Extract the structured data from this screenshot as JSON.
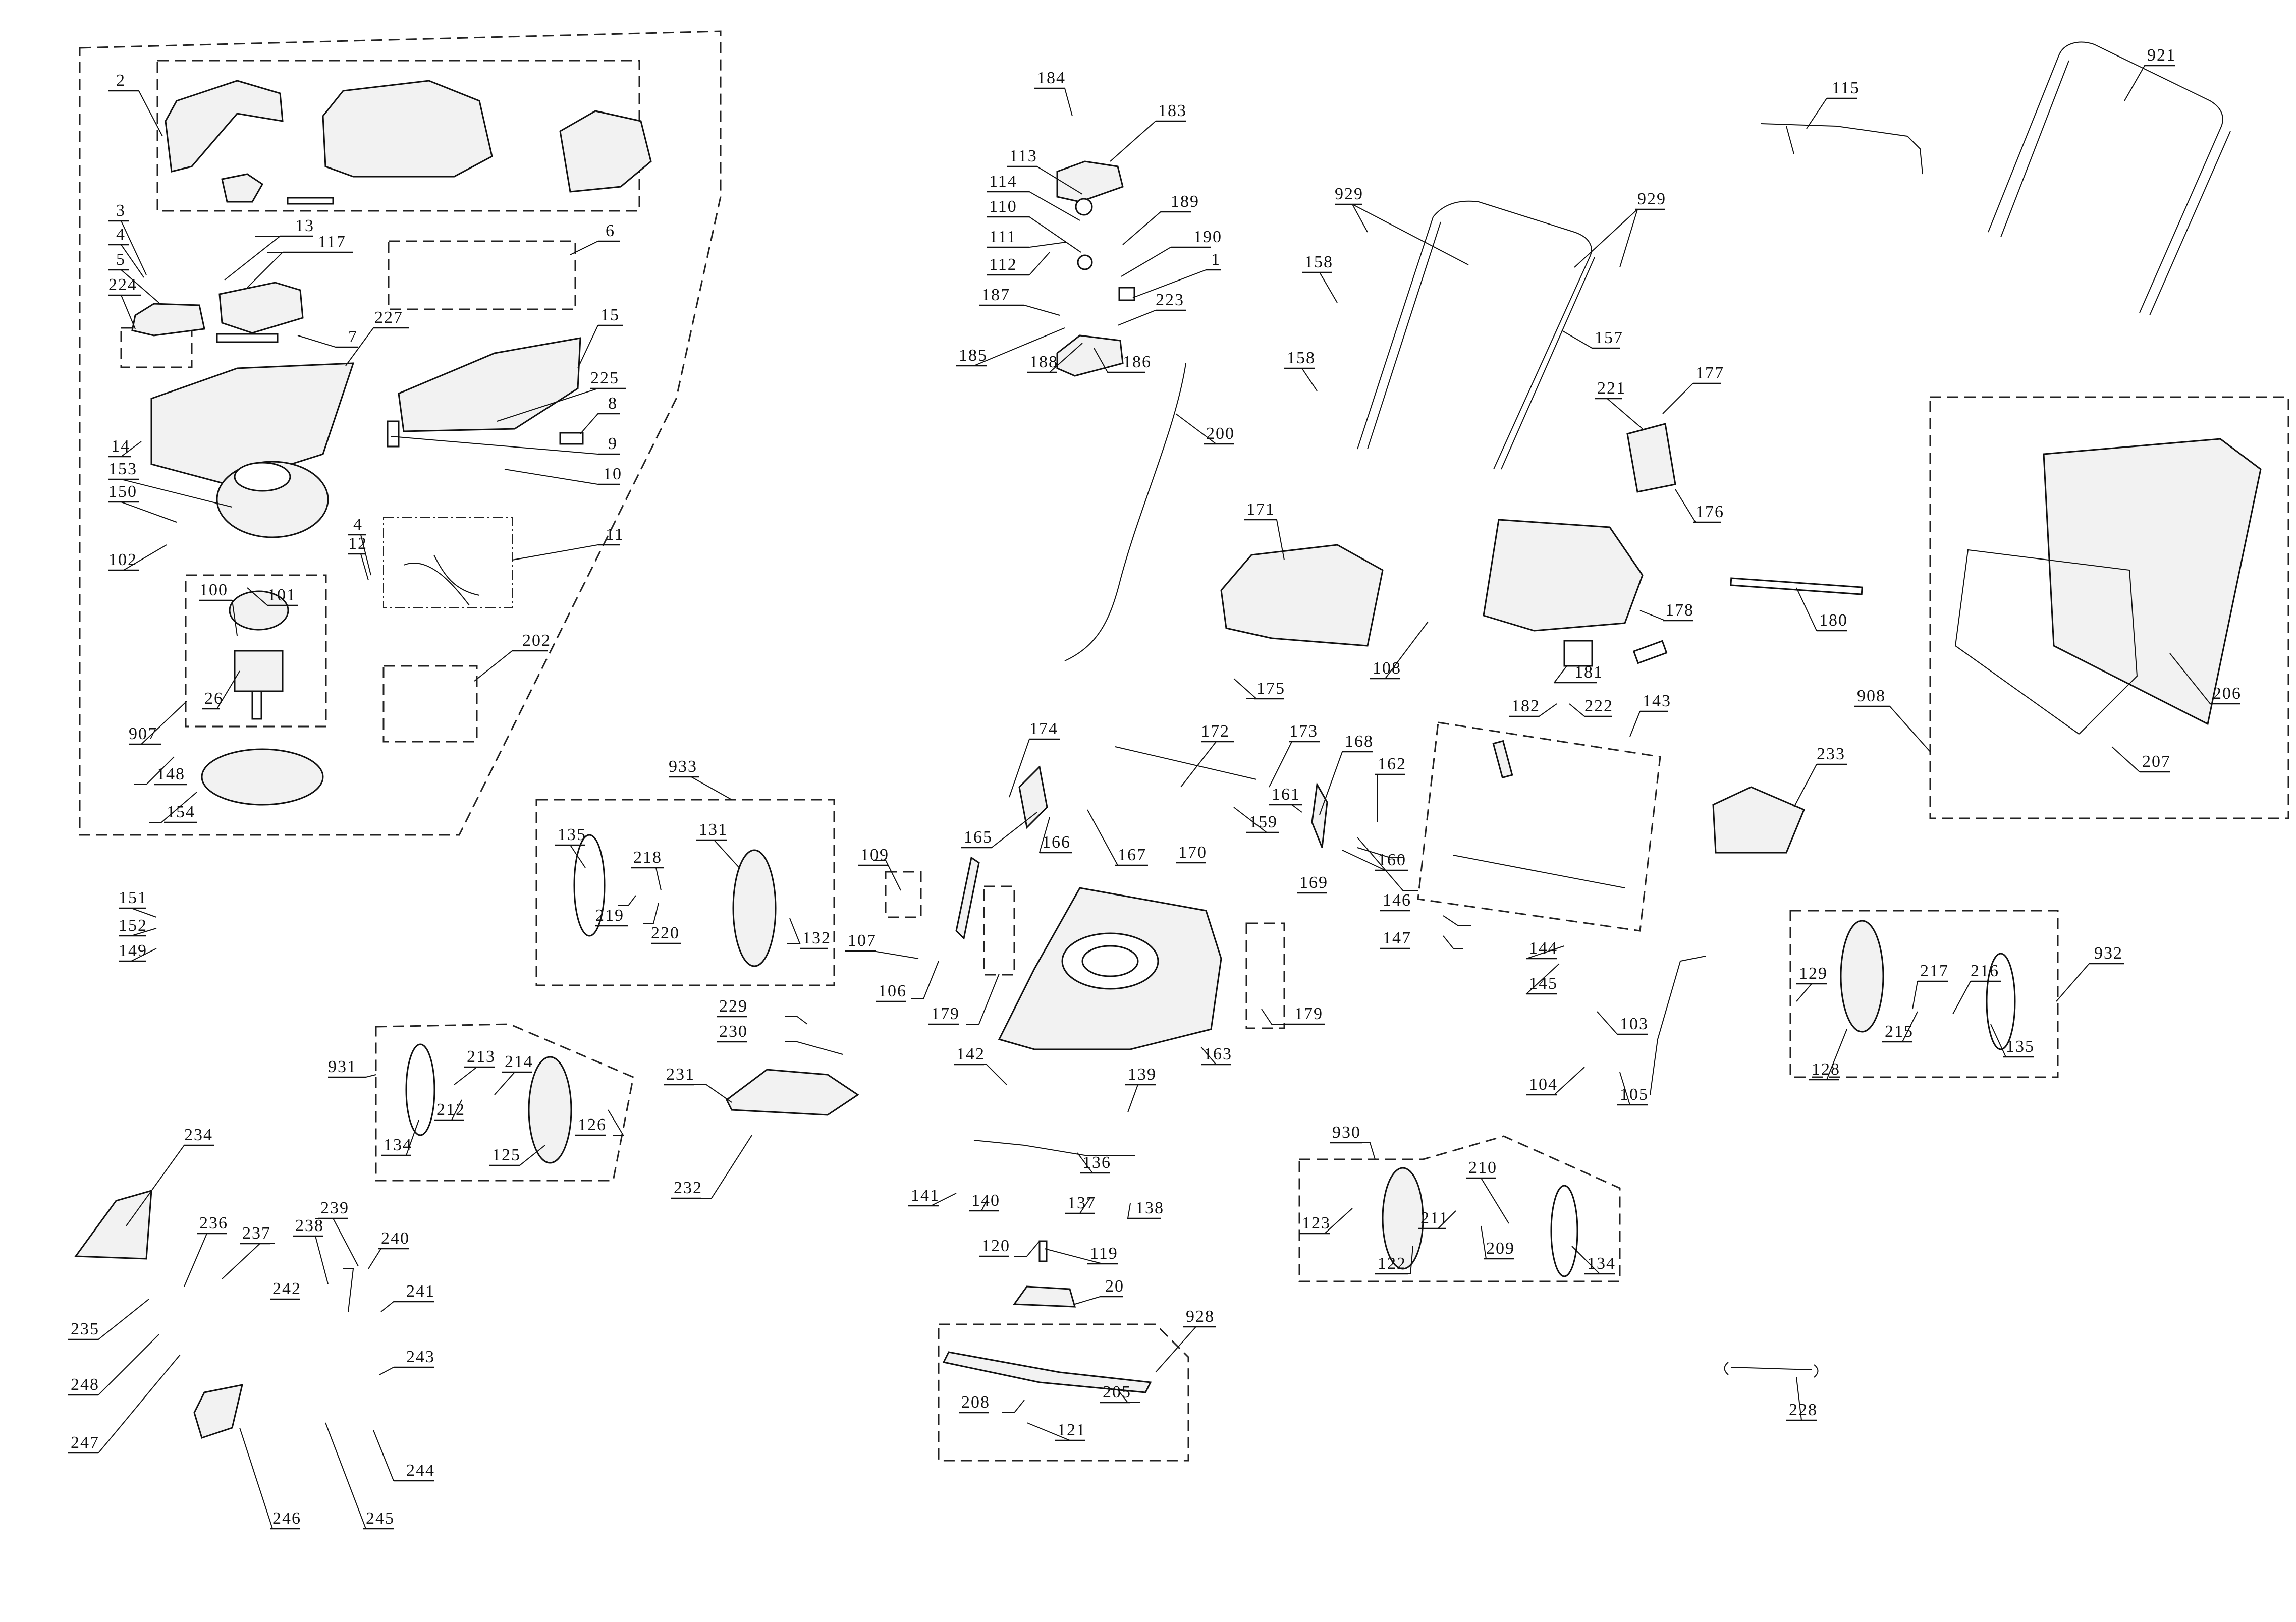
{
  "title": "Cordless lawn mower exploded parts diagram",
  "callouts": [
    {
      "id": "2",
      "label": "2"
    },
    {
      "id": "3",
      "label": "3"
    },
    {
      "id": "4a",
      "label": "4"
    },
    {
      "id": "5",
      "label": "5"
    },
    {
      "id": "224",
      "label": "224"
    },
    {
      "id": "13",
      "label": "13"
    },
    {
      "id": "117",
      "label": "117"
    },
    {
      "id": "6",
      "label": "6"
    },
    {
      "id": "7",
      "label": "7"
    },
    {
      "id": "227",
      "label": "227"
    },
    {
      "id": "15",
      "label": "15"
    },
    {
      "id": "225",
      "label": "225"
    },
    {
      "id": "14",
      "label": "14"
    },
    {
      "id": "8",
      "label": "8"
    },
    {
      "id": "9",
      "label": "9"
    },
    {
      "id": "153",
      "label": "153"
    },
    {
      "id": "150",
      "label": "150"
    },
    {
      "id": "10",
      "label": "10"
    },
    {
      "id": "102",
      "label": "102"
    },
    {
      "id": "4b",
      "label": "4"
    },
    {
      "id": "12",
      "label": "12"
    },
    {
      "id": "11",
      "label": "11"
    },
    {
      "id": "100",
      "label": "100"
    },
    {
      "id": "101",
      "label": "101"
    },
    {
      "id": "26",
      "label": "26"
    },
    {
      "id": "202",
      "label": "202"
    },
    {
      "id": "907",
      "label": "907"
    },
    {
      "id": "148",
      "label": "148"
    },
    {
      "id": "154",
      "label": "154"
    },
    {
      "id": "151",
      "label": "151"
    },
    {
      "id": "152",
      "label": "152"
    },
    {
      "id": "149",
      "label": "149"
    },
    {
      "id": "933",
      "label": "933"
    },
    {
      "id": "135a",
      "label": "135"
    },
    {
      "id": "218",
      "label": "218"
    },
    {
      "id": "131",
      "label": "131"
    },
    {
      "id": "219",
      "label": "219"
    },
    {
      "id": "220",
      "label": "220"
    },
    {
      "id": "132",
      "label": "132"
    },
    {
      "id": "931",
      "label": "931"
    },
    {
      "id": "213",
      "label": "213"
    },
    {
      "id": "214",
      "label": "214"
    },
    {
      "id": "212",
      "label": "212"
    },
    {
      "id": "134a",
      "label": "134"
    },
    {
      "id": "126",
      "label": "126"
    },
    {
      "id": "125",
      "label": "125"
    },
    {
      "id": "234",
      "label": "234"
    },
    {
      "id": "236",
      "label": "236"
    },
    {
      "id": "237",
      "label": "237"
    },
    {
      "id": "238",
      "label": "238"
    },
    {
      "id": "239",
      "label": "239"
    },
    {
      "id": "240",
      "label": "240"
    },
    {
      "id": "242",
      "label": "242"
    },
    {
      "id": "241",
      "label": "241"
    },
    {
      "id": "235",
      "label": "235"
    },
    {
      "id": "248",
      "label": "248"
    },
    {
      "id": "243",
      "label": "243"
    },
    {
      "id": "247",
      "label": "247"
    },
    {
      "id": "244",
      "label": "244"
    },
    {
      "id": "246",
      "label": "246"
    },
    {
      "id": "245",
      "label": "245"
    },
    {
      "id": "184",
      "label": "184"
    },
    {
      "id": "183",
      "label": "183"
    },
    {
      "id": "113",
      "label": "113"
    },
    {
      "id": "189",
      "label": "189"
    },
    {
      "id": "114",
      "label": "114"
    },
    {
      "id": "110",
      "label": "110"
    },
    {
      "id": "190",
      "label": "190"
    },
    {
      "id": "111",
      "label": "111"
    },
    {
      "id": "1",
      "label": "1"
    },
    {
      "id": "112",
      "label": "112"
    },
    {
      "id": "187",
      "label": "187"
    },
    {
      "id": "223",
      "label": "223"
    },
    {
      "id": "185",
      "label": "185"
    },
    {
      "id": "188",
      "label": "188"
    },
    {
      "id": "186",
      "label": "186"
    },
    {
      "id": "200",
      "label": "200"
    },
    {
      "id": "929a",
      "label": "929"
    },
    {
      "id": "929b",
      "label": "929"
    },
    {
      "id": "158a",
      "label": "158"
    },
    {
      "id": "158b",
      "label": "158"
    },
    {
      "id": "157",
      "label": "157"
    },
    {
      "id": "115",
      "label": "115"
    },
    {
      "id": "921",
      "label": "921"
    },
    {
      "id": "177",
      "label": "177"
    },
    {
      "id": "221",
      "label": "221"
    },
    {
      "id": "176",
      "label": "176"
    },
    {
      "id": "171",
      "label": "171"
    },
    {
      "id": "178",
      "label": "178"
    },
    {
      "id": "180",
      "label": "180"
    },
    {
      "id": "175",
      "label": "175"
    },
    {
      "id": "108",
      "label": "108"
    },
    {
      "id": "181",
      "label": "181"
    },
    {
      "id": "182",
      "label": "182"
    },
    {
      "id": "222",
      "label": "222"
    },
    {
      "id": "143",
      "label": "143"
    },
    {
      "id": "206",
      "label": "206"
    },
    {
      "id": "908",
      "label": "908"
    },
    {
      "id": "207",
      "label": "207"
    },
    {
      "id": "233",
      "label": "233"
    },
    {
      "id": "174",
      "label": "174"
    },
    {
      "id": "172",
      "label": "172"
    },
    {
      "id": "173",
      "label": "173"
    },
    {
      "id": "168",
      "label": "168"
    },
    {
      "id": "161",
      "label": "161"
    },
    {
      "id": "162",
      "label": "162"
    },
    {
      "id": "165",
      "label": "165"
    },
    {
      "id": "166",
      "label": "166"
    },
    {
      "id": "167",
      "label": "167"
    },
    {
      "id": "159",
      "label": "159"
    },
    {
      "id": "170",
      "label": "170"
    },
    {
      "id": "160",
      "label": "160"
    },
    {
      "id": "169",
      "label": "169"
    },
    {
      "id": "109",
      "label": "109"
    },
    {
      "id": "146",
      "label": "146"
    },
    {
      "id": "107",
      "label": "107"
    },
    {
      "id": "147",
      "label": "147"
    },
    {
      "id": "106",
      "label": "106"
    },
    {
      "id": "179a",
      "label": "179"
    },
    {
      "id": "179b",
      "label": "179"
    },
    {
      "id": "163",
      "label": "163"
    },
    {
      "id": "229",
      "label": "229"
    },
    {
      "id": "230",
      "label": "230"
    },
    {
      "id": "231",
      "label": "231"
    },
    {
      "id": "232",
      "label": "232"
    },
    {
      "id": "142",
      "label": "142"
    },
    {
      "id": "139",
      "label": "139"
    },
    {
      "id": "136",
      "label": "136"
    },
    {
      "id": "141",
      "label": "141"
    },
    {
      "id": "140",
      "label": "140"
    },
    {
      "id": "137",
      "label": "137"
    },
    {
      "id": "138",
      "label": "138"
    },
    {
      "id": "120",
      "label": "120"
    },
    {
      "id": "119",
      "label": "119"
    },
    {
      "id": "20",
      "label": "20"
    },
    {
      "id": "928",
      "label": "928"
    },
    {
      "id": "208",
      "label": "208"
    },
    {
      "id": "205",
      "label": "205"
    },
    {
      "id": "121",
      "label": "121"
    },
    {
      "id": "144",
      "label": "144"
    },
    {
      "id": "145",
      "label": "145"
    },
    {
      "id": "103",
      "label": "103"
    },
    {
      "id": "104",
      "label": "104"
    },
    {
      "id": "105",
      "label": "105"
    },
    {
      "id": "930",
      "label": "930"
    },
    {
      "id": "123",
      "label": "123"
    },
    {
      "id": "210",
      "label": "210"
    },
    {
      "id": "211",
      "label": "211"
    },
    {
      "id": "209",
      "label": "209"
    },
    {
      "id": "122",
      "label": "122"
    },
    {
      "id": "134b",
      "label": "134"
    },
    {
      "id": "932",
      "label": "932"
    },
    {
      "id": "129",
      "label": "129"
    },
    {
      "id": "217",
      "label": "217"
    },
    {
      "id": "216",
      "label": "216"
    },
    {
      "id": "215",
      "label": "215"
    },
    {
      "id": "128",
      "label": "128"
    },
    {
      "id": "135b",
      "label": "135"
    },
    {
      "id": "228",
      "label": "228"
    }
  ]
}
